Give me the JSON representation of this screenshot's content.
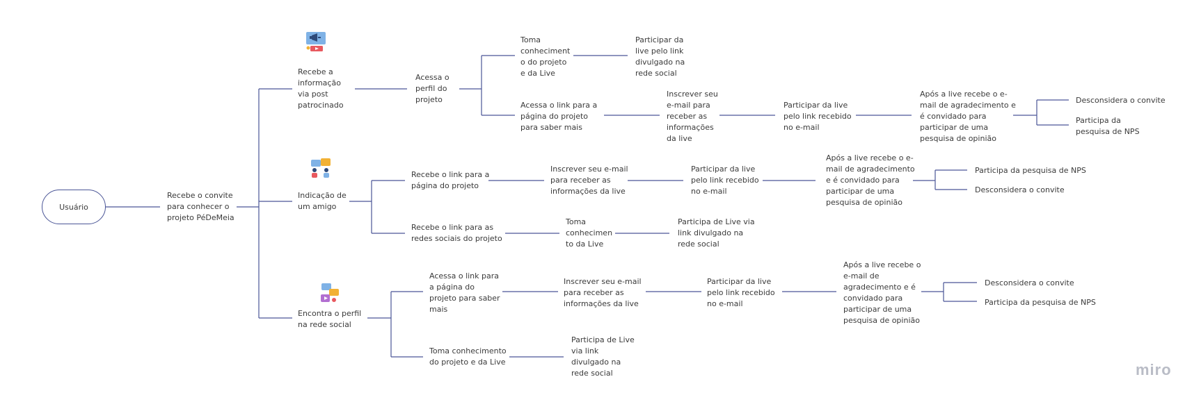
{
  "root": "Usuário",
  "step1": "Recebe o convite\npara conhecer o\nprojeto PéDeMeia",
  "branches": {
    "post": {
      "title": "Recebe a\ninformação\nvia post\npatrocinado",
      "perfil": "Acessa o\nperfil do\nprojeto",
      "toma": "Toma\nconheciment\no do projeto\ne da Live",
      "participa_live": "Participar da\nlive pelo link\ndivulgado na\nrede social",
      "acessa_link": "Acessa o link para a\npágina do projeto\npara saber mais",
      "inscrever": "Inscrever seu\ne-mail para\nreceber as\ninformações\nda live",
      "participar_email": "Participar da live\npelo link recebido\nno e-mail",
      "apos": "Após a live recebe o e-\nmail de agradecimento e\né convidado para\nparticipar de uma\npesquisa de opinião",
      "desconsidera": "Desconsidera o convite",
      "participa_nps": "Participa da\npesquisa de NPS"
    },
    "amigo": {
      "title": "Indicação de\num amigo",
      "link_pagina": "Recebe o link para a\npágina do projeto",
      "inscrever": "Inscrever seu e-mail\npara receber as\ninformações da live",
      "participar_email": "Participar da live\npelo link recebido\nno e-mail",
      "apos": "Após a live recebe o e-\nmail de agradecimento\ne é convidado para\nparticipar de uma\npesquisa de opinião",
      "participa_nps": "Participa da pesquisa de NPS",
      "desconsidera": "Desconsidera o convite",
      "link_redes": "Recebe o link para as\nredes sociais do projeto",
      "toma": "Toma\nconhecimen\nto da Live",
      "participa_live": "Participa de Live via\nlink divulgado na\nrede social"
    },
    "rede": {
      "title": "Encontra o perfil\nna  rede social",
      "acessa_link": "Acessa o link para\na página do\nprojeto para saber\nmais",
      "inscrever": "Inscrever seu e-mail\npara receber as\ninformações da live",
      "participar_email": "Participar da live\npelo link recebido\nno e-mail",
      "apos": "Após a live recebe o\ne-mail de\nagradecimento e é\nconvidado para\nparticipar de uma\npesquisa de opinião",
      "desconsidera": "Desconsidera o convite",
      "participa_nps": "Participa da pesquisa de NPS",
      "toma": "Toma conhecimento\ndo projeto e da Live",
      "participa_live": "Participa de Live\nvia link\ndivulgado na\nrede social"
    }
  },
  "brand": "miro",
  "colors": {
    "connector": "#4a5596",
    "text": "#3a3a3a"
  },
  "icons": {
    "post": "megaphone-video-icon",
    "amigo": "chat-people-icon",
    "rede": "social-apps-icon"
  }
}
